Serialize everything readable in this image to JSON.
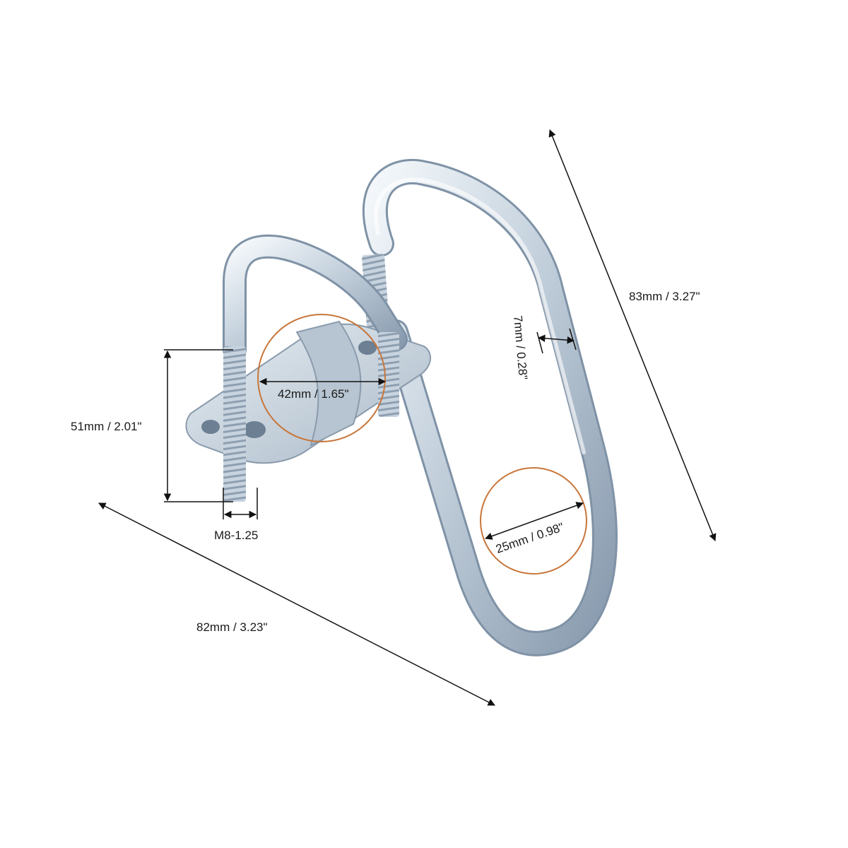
{
  "dimensions": {
    "height_diag": "83mm / 3.27\"",
    "width_diag": "82mm / 3.23\"",
    "thread_length": "51mm / 2.01\"",
    "thread_spec": "M8-1.25",
    "clamp_width": "42mm / 1.65\"",
    "rod_thickness": "7mm / 0.28\"",
    "inner_width": "25mm / 0.98\""
  },
  "colors": {
    "metal_light": "#eef3f8",
    "metal_mid": "#b9c7d4",
    "metal_dark": "#7f92a6",
    "callout_circle": "#c8763a",
    "dim_line": "#111111"
  }
}
